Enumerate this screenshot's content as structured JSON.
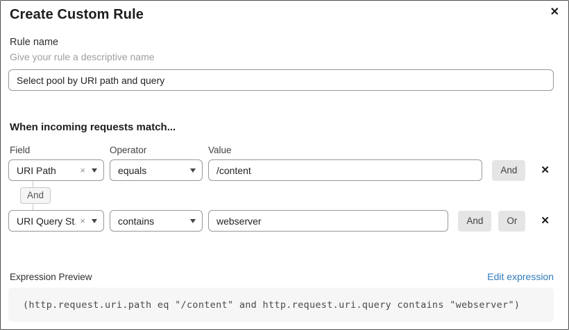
{
  "dialog": {
    "title": "Create Custom Rule",
    "close_icon_glyph": "✕"
  },
  "rule_name": {
    "label": "Rule name",
    "helper": "Give your rule a descriptive name",
    "value": "Select pool by URI path and query"
  },
  "match_builder": {
    "heading": "When incoming requests match...",
    "columns": {
      "field": "Field",
      "operator": "Operator",
      "value": "Value"
    },
    "connector_label": "And",
    "rows": [
      {
        "field": "URI Path",
        "operator": "equals",
        "value": "/content",
        "and_button": "And",
        "remove_glyph": "✕",
        "clear_glyph": "×"
      },
      {
        "field": "URI Query St...",
        "operator": "contains",
        "value": "webserver",
        "and_button": "And",
        "or_button": "Or",
        "remove_glyph": "✕",
        "clear_glyph": "×"
      }
    ]
  },
  "expression": {
    "label": "Expression Preview",
    "edit_link": "Edit expression",
    "code": "(http.request.uri.path eq \"/content\" and http.request.uri.query contains \"webserver\")"
  },
  "colors": {
    "dialog_border": "#4d4d4d",
    "input_border": "#979797",
    "button_bg": "#e5e5e5",
    "connector_bg": "#f5f5f5",
    "connector_border": "#c9c9c9",
    "link_blue": "#2f7bbd",
    "code_bg": "#f6f6f6",
    "helper_text": "#9e9e9e"
  }
}
